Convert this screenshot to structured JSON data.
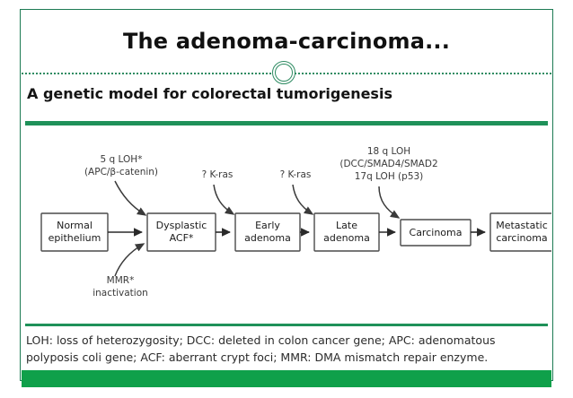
{
  "slide": {
    "title": "The adenoma-carcinoma...",
    "subtitle": "A genetic model for colorectal tumorigenesis",
    "caption": "LOH: loss of heterozygosity; DCC: deleted in colon cancer gene; APC: adenomatous polyposis coli gene; ACF: aberrant crypt foci; MMR: DMA mismatch repair enzyme.",
    "accent_color": "#1f9159",
    "frame_color": "#1d7a53",
    "bottom_bar_color": "#0fa04a"
  },
  "diagram": {
    "nodes": [
      {
        "id": "normal",
        "line1": "Normal",
        "line2": "epithelium"
      },
      {
        "id": "dysplastic",
        "line1": "Dysplastic",
        "line2": "ACF*"
      },
      {
        "id": "early",
        "line1": "Early",
        "line2": "adenoma"
      },
      {
        "id": "late",
        "line1": "Late",
        "line2": "adenoma"
      },
      {
        "id": "carcinoma",
        "line1": "Carcinoma",
        "line2": ""
      },
      {
        "id": "metastatic",
        "line1": "Metastatic",
        "line2": "carcinoma"
      }
    ],
    "annotations": {
      "apc": {
        "line1": "5 q LOH*",
        "line2": "(APC/β-catenin)"
      },
      "kras1": {
        "line1": "? K-ras"
      },
      "kras2": {
        "line1": "? K-ras"
      },
      "dcc": {
        "line1": "18 q LOH",
        "line2": "(DCC/SMAD4/SMAD2",
        "line3": "17q LOH (p53)"
      },
      "mmr": {
        "line1": "MMR*",
        "line2": "inactivation"
      }
    }
  }
}
